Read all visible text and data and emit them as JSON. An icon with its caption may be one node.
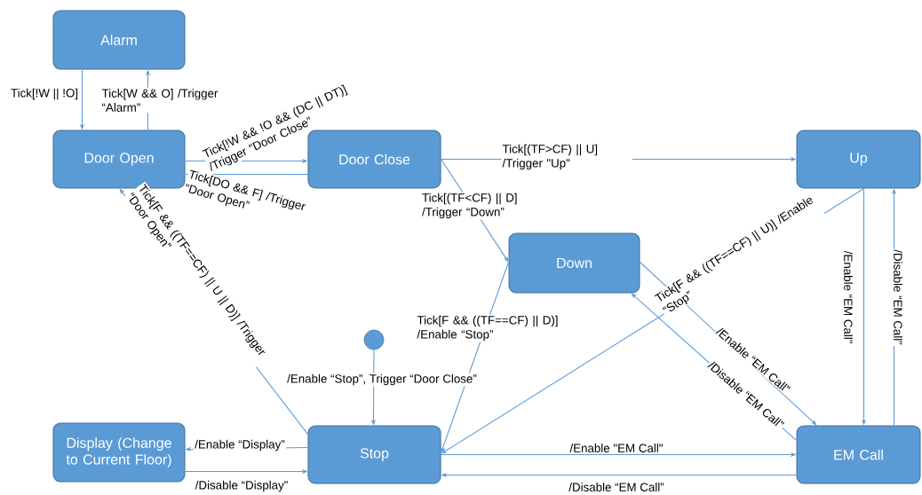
{
  "diagram": {
    "nodes": [
      {
        "text": [
          "Alarm"
        ]
      },
      {
        "text": [
          "Door Open"
        ]
      },
      {
        "text": [
          "Door Close"
        ]
      },
      {
        "text": [
          "Up"
        ]
      },
      {
        "text": [
          "Down"
        ]
      },
      {
        "text": [
          "Display (Change to Current Floor)"
        ]
      },
      {
        "text": [
          "Stop"
        ]
      },
      {
        "text": [
          "EM Call"
        ]
      },
      {
        "text": [],
        "shape": "circle"
      }
    ],
    "edges": [
      {
        "from": 0,
        "to": 1,
        "arrow": "to",
        "label": "Tick[!W || !O]"
      },
      {
        "from": 1,
        "to": 0,
        "arrow": "to",
        "label": "Tick[W && O] /Trigger “Alarm”"
      },
      {
        "from": 1,
        "to": 2,
        "arrow": "to",
        "label": "Tick[!W && !O && (DC || DT)] /Trigger “Door Close”"
      },
      {
        "from": 2,
        "to": 1,
        "arrow": "to",
        "label": "Tick[DO && F] /Trigger “Door Open”"
      },
      {
        "from": 2,
        "to": 3,
        "arrow": "to",
        "label": "Tick[(TF>CF) || U] /Trigger \"Up\""
      },
      {
        "from": 2,
        "to": 4,
        "arrow": "to",
        "label": "Tick[(TF<CF) || D] /Trigger “Down”"
      },
      {
        "from": 6,
        "to": 1,
        "arrow": "to",
        "label": "Tick[F && ((TF==CF) || U || D)] /Trigger “Door Open”"
      },
      {
        "from": 8,
        "to": 6,
        "arrow": "to",
        "label": "/Enable “Stop”, Trigger “Door Close”"
      },
      {
        "from": 4,
        "to": 6,
        "arrow": "to",
        "label": "Tick[F && ((TF==CF) || D)] /Enable “Stop”"
      },
      {
        "from": 3,
        "to": 6,
        "arrow": "to",
        "label": "Tick[F && ((TF==CF) || U)] /Enable “Stop”"
      },
      {
        "from": 4,
        "to": 7,
        "arrow": "to",
        "label": "/Enable “EM Call”"
      },
      {
        "from": 7,
        "to": 4,
        "arrow": "to",
        "label": "/Disable “EM Call”"
      },
      {
        "from": 3,
        "to": 7,
        "arrow": "to",
        "label": "/Enable “EM Call”"
      },
      {
        "from": 7,
        "to": 3,
        "arrow": "to",
        "label": "/Disable “EM Call”"
      },
      {
        "from": 6,
        "to": 5,
        "arrow": "to",
        "label": "/Enable “Display”"
      },
      {
        "from": 5,
        "to": 6,
        "arrow": "to",
        "label": "/Disable “Display”"
      },
      {
        "from": 6,
        "to": 7,
        "arrow": "to",
        "label": "/Enable \"EM Call\""
      },
      {
        "from": 7,
        "to": 6,
        "arrow": "to",
        "label": "/Disable “EM Call”"
      }
    ]
  }
}
